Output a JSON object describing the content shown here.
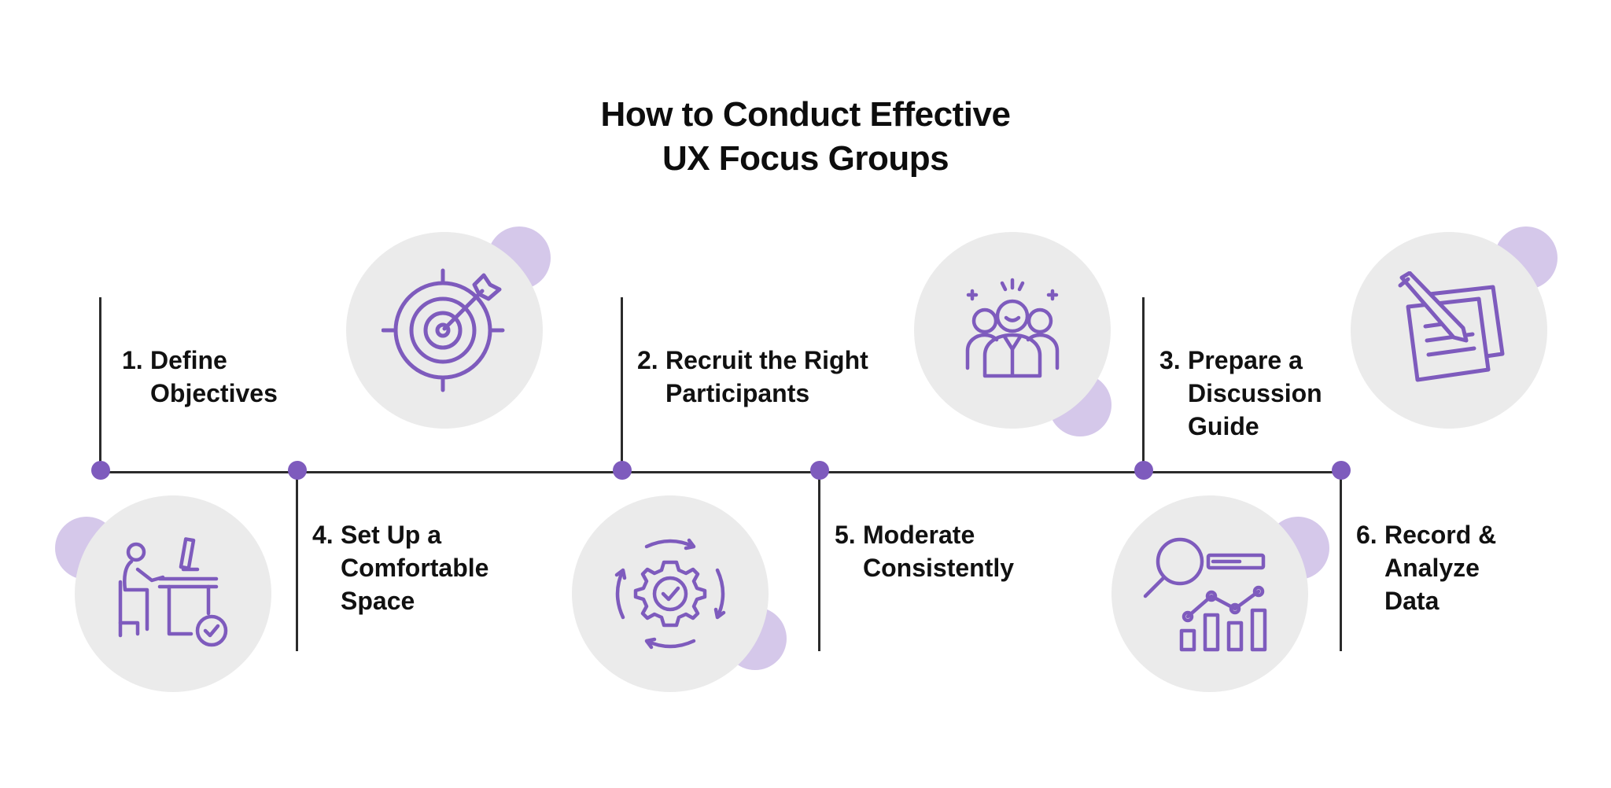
{
  "title": {
    "line1": "How to Conduct Effective",
    "line2": "UX Focus Groups"
  },
  "colors": {
    "accent": "#7e5bbd",
    "accent_light": "#d5c8ea",
    "bubble": "#ebebeb",
    "line": "#2b2b2b"
  },
  "steps": [
    {
      "num": "1.",
      "label": "Define\nObjectives",
      "icon": "target-arrow-icon"
    },
    {
      "num": "2.",
      "label": "Recruit the Right\nParticipants",
      "icon": "group-participants-icon"
    },
    {
      "num": "3.",
      "label": "Prepare a\nDiscussion\nGuide",
      "icon": "notepad-pencil-icon"
    },
    {
      "num": "4.",
      "label": "Set Up a\nComfortable\nSpace",
      "icon": "person-at-desk-icon"
    },
    {
      "num": "5.",
      "label": "Moderate\nConsistently",
      "icon": "gear-cycle-check-icon"
    },
    {
      "num": "6.",
      "label": "Record &\nAnalyze\nData",
      "icon": "analytics-magnifier-icon"
    }
  ]
}
